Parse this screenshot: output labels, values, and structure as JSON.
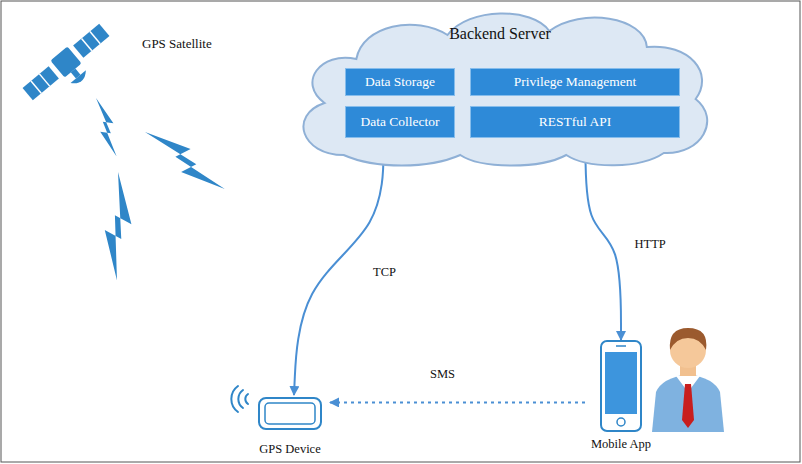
{
  "diagram": {
    "nodes": [
      {
        "text": [
          "Backend Server"
        ]
      },
      {
        "text": [
          "Data Storage"
        ],
        "in": 0
      },
      {
        "text": [
          "Privilege Management"
        ],
        "in": 0
      },
      {
        "text": [
          "Data Collector"
        ],
        "in": 0
      },
      {
        "text": [
          "RESTful API"
        ],
        "in": 0
      },
      {
        "text": [
          "GPS Device"
        ]
      },
      {
        "text": [
          "Mobile App"
        ]
      }
    ],
    "edges": [
      {
        "from": 3,
        "to": 5,
        "arrow": "both",
        "label": "TCP"
      },
      {
        "from": 4,
        "to": 6,
        "arrow": "both",
        "label": "HTTP"
      },
      {
        "from": 6,
        "to": 5,
        "arrow": "to",
        "label": "SMS"
      }
    ],
    "labels": [
      "GPS Satellite"
    ]
  }
}
